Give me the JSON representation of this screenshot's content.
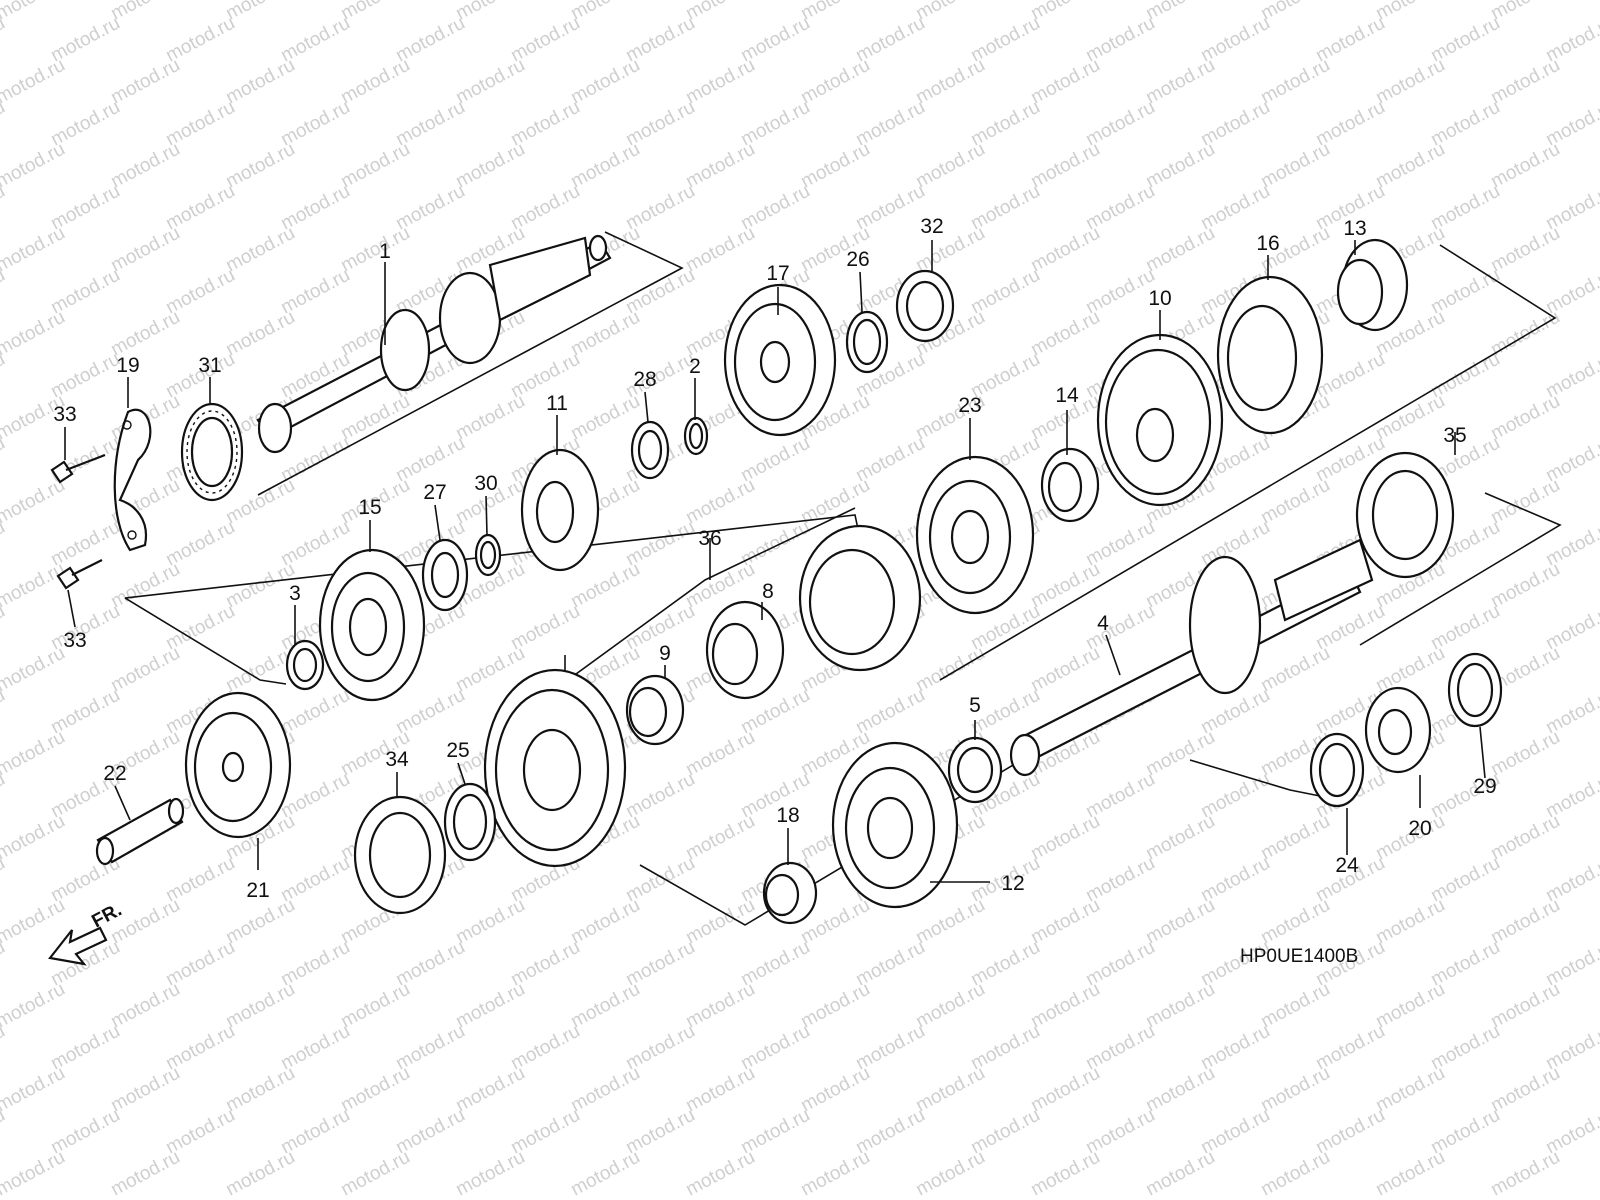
{
  "watermark": "motod.ru",
  "diagram_code": "HP0UE1400B",
  "direction_label": "FR.",
  "callouts": [
    {
      "id": "c1",
      "label": "1"
    },
    {
      "id": "c2",
      "label": "2"
    },
    {
      "id": "c3",
      "label": "3"
    },
    {
      "id": "c4",
      "label": "4"
    },
    {
      "id": "c5",
      "label": "5"
    },
    {
      "id": "c8",
      "label": "8"
    },
    {
      "id": "c9",
      "label": "9"
    },
    {
      "id": "c10",
      "label": "10"
    },
    {
      "id": "c11",
      "label": "11"
    },
    {
      "id": "c12",
      "label": "12"
    },
    {
      "id": "c13",
      "label": "13"
    },
    {
      "id": "c14",
      "label": "14"
    },
    {
      "id": "c15",
      "label": "15"
    },
    {
      "id": "c16",
      "label": "16"
    },
    {
      "id": "c17",
      "label": "17"
    },
    {
      "id": "c18",
      "label": "18"
    },
    {
      "id": "c19",
      "label": "19"
    },
    {
      "id": "c20",
      "label": "20"
    },
    {
      "id": "c21",
      "label": "21"
    },
    {
      "id": "c22",
      "label": "22"
    },
    {
      "id": "c23",
      "label": "23"
    },
    {
      "id": "c24",
      "label": "24"
    },
    {
      "id": "c25",
      "label": "25"
    },
    {
      "id": "c26",
      "label": "26"
    },
    {
      "id": "c27",
      "label": "27"
    },
    {
      "id": "c28",
      "label": "28"
    },
    {
      "id": "c29",
      "label": "29"
    },
    {
      "id": "c30",
      "label": "30"
    },
    {
      "id": "c31",
      "label": "31"
    },
    {
      "id": "c32",
      "label": "32"
    },
    {
      "id": "c33a",
      "label": "33"
    },
    {
      "id": "c33b",
      "label": "33"
    },
    {
      "id": "c34",
      "label": "34"
    },
    {
      "id": "c35",
      "label": "35"
    },
    {
      "id": "c36",
      "label": "36"
    }
  ]
}
